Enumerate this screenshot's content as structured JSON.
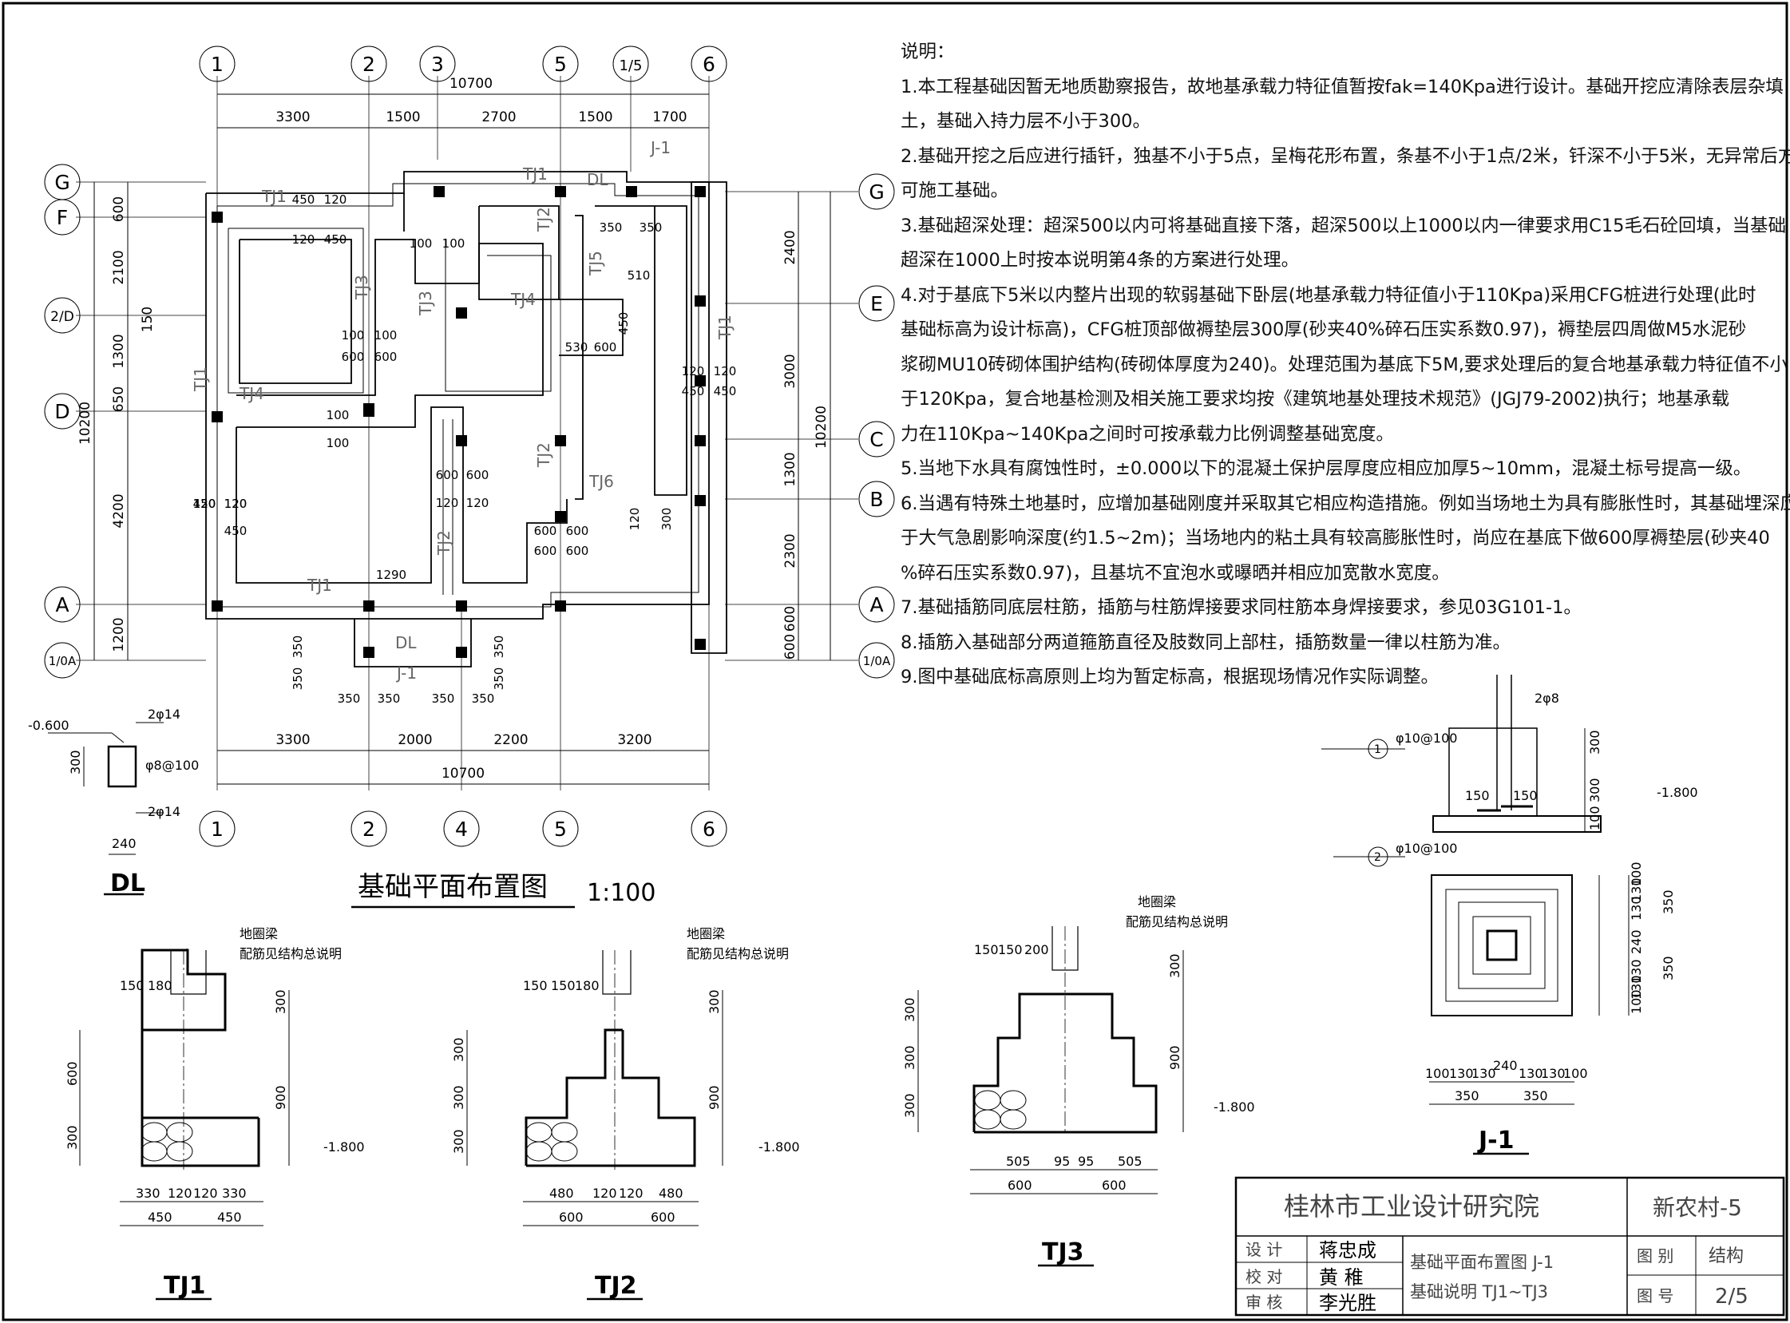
{
  "plan": {
    "title": "基础平面布置图",
    "scale": "1:100",
    "axes_top": [
      "1",
      "2",
      "3",
      "5",
      "1/5",
      "6"
    ],
    "axes_bottom": [
      "1",
      "2",
      "4",
      "5",
      "6"
    ],
    "axes_left": [
      "G",
      "F",
      "2/D",
      "D",
      "A",
      "1/0A"
    ],
    "axes_right": [
      "G",
      "E",
      "C",
      "B",
      "A",
      "1/0A"
    ],
    "dims_top_total": "10700",
    "dims_top": [
      "3300",
      "1500",
      "2700",
      "1500",
      "1700"
    ],
    "dims_bottom": [
      "3300",
      "2000",
      "2200",
      "3200"
    ],
    "dims_bottom_total": "10700",
    "dims_left": [
      "600",
      "2100",
      "150",
      "1300",
      "650",
      "4200",
      "1200"
    ],
    "dims_left_total": "10200",
    "dims_right": [
      "2400",
      "3000",
      "1300",
      "2300",
      "600",
      "600"
    ],
    "dims_right_total": "10200",
    "beam_labels": [
      "TJ1",
      "TJ1",
      "TJ1",
      "TJ1",
      "TJ2",
      "TJ2",
      "TJ2",
      "TJ3",
      "TJ3",
      "TJ4",
      "TJ4",
      "TJ5",
      "TJ6",
      "TJ1",
      "DL",
      "DL",
      "J-1",
      "J-1"
    ],
    "local_dims": [
      "450",
      "120",
      "120",
      "450",
      "100",
      "100",
      "100",
      "100",
      "600",
      "600",
      "100",
      "100",
      "600",
      "600",
      "120",
      "120",
      "450",
      "450",
      "350",
      "350",
      "350",
      "350",
      "120",
      "120",
      "600",
      "600",
      "510",
      "450",
      "530",
      "600",
      "120",
      "120",
      "450",
      "450",
      "120",
      "120",
      "600",
      "600",
      "1290",
      "120",
      "300",
      "350",
      "350",
      "350",
      "350",
      "350",
      "350"
    ]
  },
  "notes": {
    "title": "说明：",
    "lines": [
      "1.本工程基础因暂无地质勘察报告，故地基承载力特征值暂按fak=140Kpa进行设计。基础开挖应清除表层杂填",
      "土，基础入持力层不小于300。",
      "2.基础开挖之后应进行插钎，独基不小于5点，呈梅花形布置，条基不小于1点/2米，钎深不小于5米，无异常后方",
      "可施工基础。",
      "3.基础超深处理：超深500以内可将基础直接下落，超深500以上1000以内一律要求用C15毛石砼回填，当基础",
      "超深在1000上时按本说明第4条的方案进行处理。",
      "4.对于基底下5米以内整片出现的软弱基础下卧层(地基承载力特征值小于110Kpa)采用CFG桩进行处理(此时",
      "基础标高为设计标高)，CFG桩顶部做褥垫层300厚(砂夹40%碎石压实系数0.97)，褥垫层四周做M5水泥砂",
      "浆砌MU10砖砌体围护结构(砖砌体厚度为240)。处理范围为基底下5M,要求处理后的复合地基承载力特征值不小",
      "于120Kpa，复合地基检测及相关施工要求均按《建筑地基处理技术规范》(JGJ79-2002)执行；地基承载",
      "力在110Kpa~140Kpa之间时可按承载力比例调整基础宽度。",
      "5.当地下水具有腐蚀性时，±0.000以下的混凝土保护层厚度应相应加厚5~10mm，混凝土标号提高一级。",
      "6.当遇有特殊土地基时，应增加基础刚度并采取其它相应构造措施。例如当场地土为具有膨胀性时，其基础埋深应不小",
      "于大气急剧影响深度(约1.5~2m)；当场地内的粘土具有较高膨胀性时，尚应在基底下做600厚褥垫层(砂夹40",
      "%碎石压实系数0.97)，且基坑不宜泡水或曝晒并相应加宽散水宽度。",
      "7.基础插筋同底层柱筋，插筋与柱筋焊接要求同柱筋本身焊接要求，参见03G101-1。",
      "8.插筋入基础部分两道箍筋直径及肢数同上部柱，插筋数量一律以柱筋为准。",
      "9.图中基础底标高原则上均为暂定标高，根据现场情况作实际调整。"
    ]
  },
  "dl": {
    "name": "DL",
    "elev": "-0.600",
    "top_bars": "2φ14",
    "stirrup": "φ8@100",
    "bottom_bars": "2φ14",
    "height": "300",
    "width": "240"
  },
  "tj1": {
    "name": "TJ1",
    "beam_note_1": "地圈梁",
    "beam_note_2": "配筋见结构总说明",
    "top_dims": [
      "150",
      "180"
    ],
    "v_dims_left": [
      "600",
      "300"
    ],
    "v_dims_right": [
      "300",
      "900"
    ],
    "elev": "-1.800",
    "bottom_dims": [
      "330",
      "120",
      "120",
      "330"
    ],
    "bottom_dims2": [
      "450",
      "450"
    ]
  },
  "tj2": {
    "name": "TJ2",
    "beam_note_1": "地圈梁",
    "beam_note_2": "配筋见结构总说明",
    "top_dims": [
      "150",
      "150",
      "180"
    ],
    "v_dims_left": [
      "300",
      "300",
      "300"
    ],
    "v_dims_right": [
      "300",
      "900"
    ],
    "elev": "-1.800",
    "bottom_dims": [
      "480",
      "120",
      "120",
      "480"
    ],
    "bottom_dims2": [
      "600",
      "600"
    ]
  },
  "tj3": {
    "name": "TJ3",
    "beam_note_1": "地圈梁",
    "beam_note_2": "配筋见结构总说明",
    "top_dims": [
      "150",
      "150",
      "200"
    ],
    "v_dims_left": [
      "300",
      "300",
      "300"
    ],
    "v_dims_right": [
      "300",
      "900"
    ],
    "elev": "-1.800",
    "bottom_dims": [
      "505",
      "95",
      "95",
      "505"
    ],
    "bottom_dims2": [
      "600",
      "600"
    ]
  },
  "j1": {
    "name": "J-1",
    "rebar_top": "2φ8",
    "rebar_1": "φ10@100",
    "rebar_2": "φ10@100",
    "callout_1": "1",
    "callout_2": "2",
    "sec_dims_inner": [
      "150",
      "150"
    ],
    "sec_v_dims": [
      "300",
      "300",
      "100"
    ],
    "elev": "-1.800",
    "plan_v_dims": [
      "100",
      "130",
      "130",
      "240",
      "130",
      "130",
      "100"
    ],
    "plan_v_dims2": [
      "350",
      "350"
    ],
    "plan_h_dims": [
      "100",
      "130",
      "130",
      "240",
      "130",
      "130",
      "100"
    ],
    "plan_h_dims2": [
      "350",
      "350"
    ]
  },
  "titleblock": {
    "org": "桂林市工业设计研究院",
    "project": "新农村-5",
    "roles": [
      "设 计",
      "校 对",
      "审 核"
    ],
    "people": [
      "蒋忠成",
      "黄 稚",
      "李光胜"
    ],
    "drawing_line1": "基础平面布置图  J-1",
    "drawing_line2": "基础说明  TJ1~TJ3",
    "label_category": "图 别",
    "category": "结构",
    "label_number": "图 号",
    "number": "2/5"
  }
}
